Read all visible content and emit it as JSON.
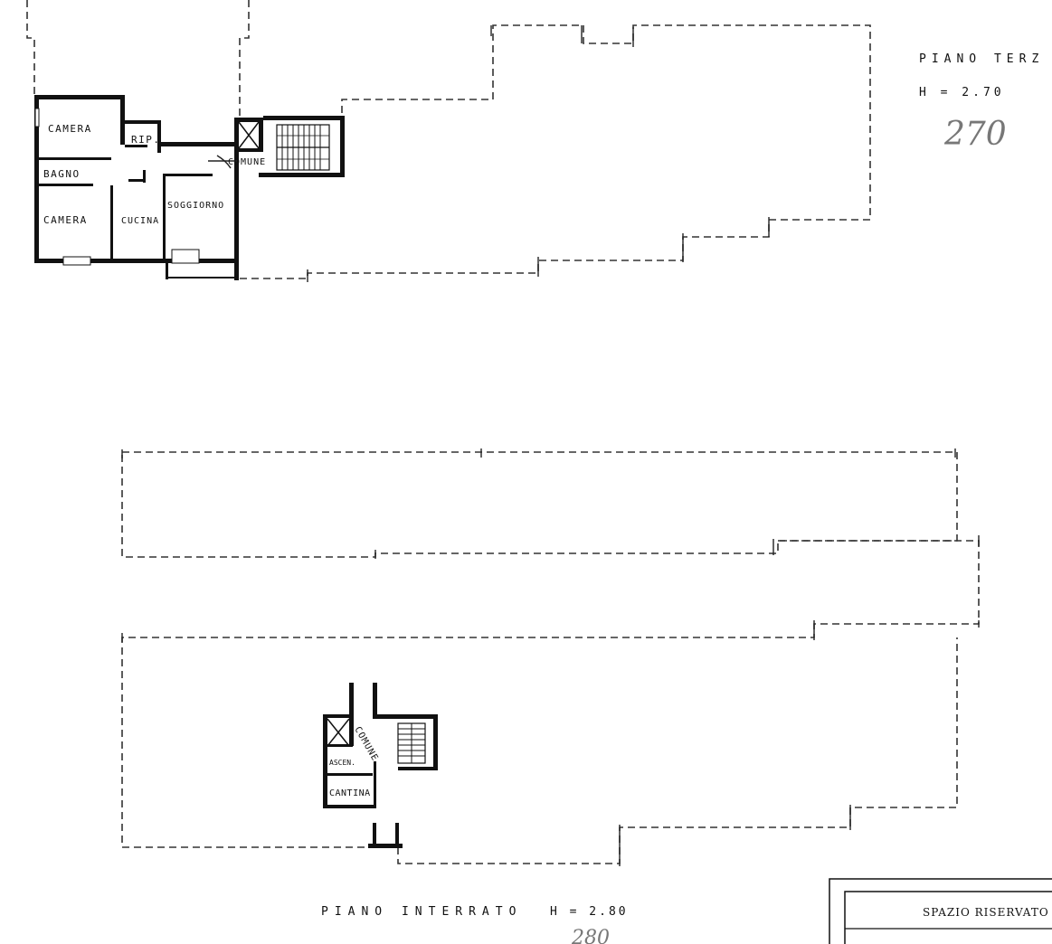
{
  "upper_floor": {
    "title": "PIANO TERZ",
    "height_label": "H = 2.70",
    "handwritten": "270",
    "rooms": {
      "camera_1": "CAMERA",
      "rip": "RIP.",
      "bagno": "BAGNO",
      "camera_2": "CAMERA",
      "cucina": "CUCINA",
      "soggiorno": "SOGGIORNO",
      "comune": "COMUNE"
    }
  },
  "lower_floor": {
    "title": "PIANO INTERRATO",
    "height_label": "H = 2.80",
    "handwritten": "280",
    "rooms": {
      "comune": "COMUNE",
      "ascensore": "ASCEN.",
      "cantina": "CANTINA"
    }
  },
  "reserved_box": {
    "title": "SPAZIO RISERVATO"
  }
}
